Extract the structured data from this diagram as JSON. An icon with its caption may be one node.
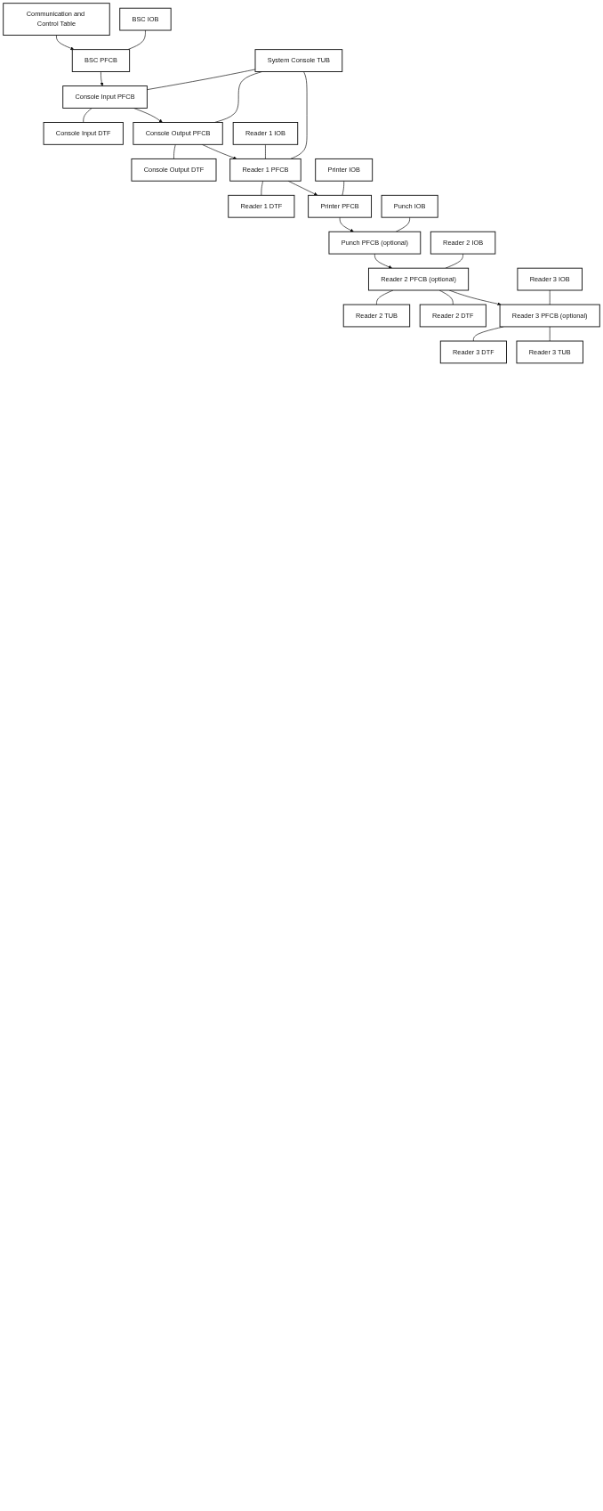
{
  "diagram": {
    "nodes": [
      {
        "text": [
          "Communication and Control Table"
        ]
      },
      {
        "text": [
          "BSC IOB"
        ]
      },
      {
        "text": [
          "BSC PFCB"
        ]
      },
      {
        "text": [
          "System Console TUB"
        ]
      },
      {
        "text": [
          "Console Input PFCB"
        ]
      },
      {
        "text": [
          "Console Input DTF"
        ]
      },
      {
        "text": [
          "Console Output PFCB"
        ]
      },
      {
        "text": [
          "Console Output DTF"
        ]
      },
      {
        "text": [
          "Reader 1 IOB"
        ]
      },
      {
        "text": [
          "Reader 1 PFCB"
        ]
      },
      {
        "text": [
          "Reader 1 DTF"
        ]
      },
      {
        "text": [
          "Printer IOB"
        ]
      },
      {
        "text": [
          "Printer PFCB"
        ]
      },
      {
        "text": [
          "Punch IOB"
        ]
      },
      {
        "text": [
          "Punch PFCB (optional)"
        ]
      },
      {
        "text": [
          "Reader 2 TUB"
        ]
      },
      {
        "text": [
          "Reader 2 IOB"
        ]
      },
      {
        "text": [
          "Reader 2 PFCB (optional)"
        ]
      },
      {
        "text": [
          "Reader 2 DTF"
        ]
      },
      {
        "text": [
          "Reader 3 IOB"
        ]
      },
      {
        "text": [
          "Reader 3 PFCB (optional)"
        ]
      },
      {
        "text": [
          "Reader 3 DTF"
        ]
      },
      {
        "text": [
          "Reader 3 TUB"
        ]
      }
    ],
    "edges": [
      {
        "from": 0,
        "to": 2,
        "arrow": "to"
      },
      {
        "from": 1,
        "to": 2,
        "arrow": "none"
      },
      {
        "from": 2,
        "to": 4,
        "arrow": "to"
      },
      {
        "from": 3,
        "to": 4,
        "arrow": "none"
      },
      {
        "from": 3,
        "to": 6,
        "arrow": "none"
      },
      {
        "from": 3,
        "to": 9,
        "arrow": "none"
      },
      {
        "from": 4,
        "to": 5,
        "arrow": "none"
      },
      {
        "from": 4,
        "to": 6,
        "arrow": "to"
      },
      {
        "from": 6,
        "to": 7,
        "arrow": "none"
      },
      {
        "from": 6,
        "to": 9,
        "arrow": "to"
      },
      {
        "from": 8,
        "to": 9,
        "arrow": "none"
      },
      {
        "from": 9,
        "to": 10,
        "arrow": "none"
      },
      {
        "from": 9,
        "to": 12,
        "arrow": "to"
      },
      {
        "from": 11,
        "to": 12,
        "arrow": "none"
      },
      {
        "from": 12,
        "to": 14,
        "arrow": "to"
      },
      {
        "from": 13,
        "to": 14,
        "arrow": "none"
      },
      {
        "from": 14,
        "to": 17,
        "arrow": "to"
      },
      {
        "from": 16,
        "to": 17,
        "arrow": "none"
      },
      {
        "from": 17,
        "to": 15,
        "arrow": "none"
      },
      {
        "from": 17,
        "to": 18,
        "arrow": "none"
      },
      {
        "from": 17,
        "to": 20,
        "arrow": "to"
      },
      {
        "from": 19,
        "to": 20,
        "arrow": "none"
      },
      {
        "from": 20,
        "to": 21,
        "arrow": "none"
      },
      {
        "from": 20,
        "to": 22,
        "arrow": "none"
      }
    ]
  }
}
